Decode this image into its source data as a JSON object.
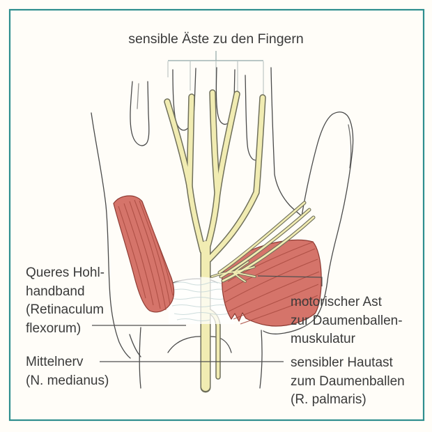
{
  "labels": {
    "fingers_branches": "sensible Äste zu den Fingern",
    "retinaculum": [
      "Queres Hohl-",
      "handband",
      "(Retinaculum",
      "flexorum)"
    ],
    "median_nerve": [
      "Mittelnerv",
      "(N. medianus)"
    ],
    "motor_branch": [
      "motorischer  Ast",
      "zur Daumenballen-",
      "muskulatur"
    ],
    "palmar_branch": [
      "sensibler Hautast",
      "zum Daumenballen",
      "(R. palmaris)"
    ]
  },
  "colors": {
    "frame": "#2e8e8e",
    "paper": "#fffdf8",
    "outline": "#4a4a4a",
    "nerve_fill": "#f1ecb2",
    "nerve_edge": "#6f6f5a",
    "muscle_fill": "#d5746a",
    "muscle_edge": "#8d3a32",
    "muscle_stripe": "#a84a40",
    "ret_line": "#c2d4d4",
    "leader": "#4f4f4f",
    "bracket": "#8fa6a6",
    "text": "#3a3a3a"
  }
}
